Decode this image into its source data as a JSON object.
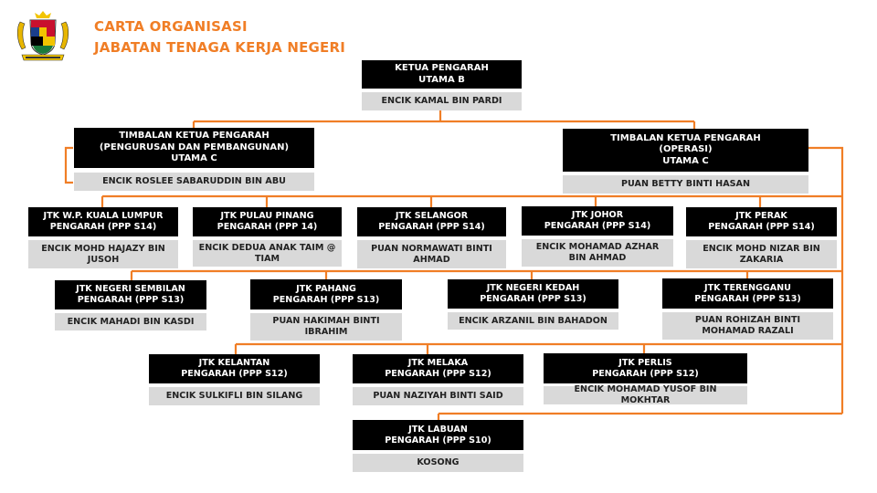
{
  "header": {
    "title_line1": "CARTA ORGANISASI",
    "title_line2": "JABATAN TENAGA KERJA NEGERI"
  },
  "colors": {
    "accent": "#F07E26",
    "title_box": "#000000",
    "name_box": "#D9D9D9"
  },
  "icons": {
    "logo": "malaysia-coat-of-arms"
  },
  "director": {
    "title": [
      "KETUA PENGARAH",
      "UTAMA B"
    ],
    "name": "ENCIK KAMAL BIN PARDI"
  },
  "deputies": [
    {
      "title": [
        "TIMBALAN KETUA PENGARAH",
        "(PENGURUSAN DAN PEMBANGUNAN)",
        "UTAMA C"
      ],
      "name": "ENCIK ROSLEE SABARUDDIN BIN ABU"
    },
    {
      "title": [
        "TIMBALAN KETUA PENGARAH",
        "(OPERASI)",
        "UTAMA C"
      ],
      "name": "PUAN BETTY BINTI HASAN"
    }
  ],
  "states": [
    {
      "title": [
        "JTK W.P. KUALA LUMPUR",
        "PENGARAH (PPP S14)"
      ],
      "name": "ENCIK MOHD HAJAZY BIN JUSOH"
    },
    {
      "title": [
        "JTK PULAU PINANG",
        "PENGARAH (PPP 14)"
      ],
      "name": "ENCIK DEDUA ANAK TAIM @ TIAM"
    },
    {
      "title": [
        "JTK SELANGOR",
        "PENGARAH (PPP S14)"
      ],
      "name": "PUAN NORMAWATI BINTI AHMAD"
    },
    {
      "title": [
        "JTK JOHOR",
        "PENGARAH (PPP S14)"
      ],
      "name": "ENCIK MOHAMAD AZHAR BIN AHMAD"
    },
    {
      "title": [
        "JTK PERAK",
        "PENGARAH (PPP S14)"
      ],
      "name": "ENCIK MOHD NIZAR BIN ZAKARIA"
    },
    {
      "title": [
        "JTK NEGERI SEMBILAN",
        "PENGARAH (PPP S13)"
      ],
      "name": "ENCIK MAHADI BIN KASDI"
    },
    {
      "title": [
        "JTK PAHANG",
        "PENGARAH (PPP S13)"
      ],
      "name": "PUAN HAKIMAH BINTI IBRAHIM"
    },
    {
      "title": [
        "JTK NEGERI KEDAH",
        "PENGARAH (PPP S13)"
      ],
      "name": "ENCIK ARZANIL BIN BAHADON"
    },
    {
      "title": [
        "JTK TERENGGANU",
        "PENGARAH (PPP S13)"
      ],
      "name": "PUAN ROHIZAH BINTI MOHAMAD RAZALI"
    },
    {
      "title": [
        "JTK KELANTAN",
        "PENGARAH (PPP S12)"
      ],
      "name": "ENCIK SULKIFLI BIN SILANG"
    },
    {
      "title": [
        "JTK MELAKA",
        "PENGARAH (PPP S12)"
      ],
      "name": "PUAN NAZIYAH BINTI SAID"
    },
    {
      "title": [
        "JTK PERLIS",
        "PENGARAH (PPP S12)"
      ],
      "name": "ENCIK MOHAMAD YUSOF BIN MOKHTAR"
    },
    {
      "title": [
        "JTK LABUAN",
        "PENGARAH (PPP S10)"
      ],
      "name": "KOSONG"
    }
  ]
}
